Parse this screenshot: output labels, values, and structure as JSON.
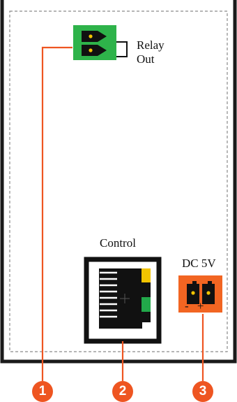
{
  "labels": {
    "relay_line1": "Relay",
    "relay_line2": "Out",
    "control": "Control",
    "dc_power": "DC 5V",
    "polarity": "- +"
  },
  "callouts": [
    "1",
    "2",
    "3"
  ],
  "colors": {
    "panel_border": "#1a1a1a",
    "dashed_border": "#888888",
    "relay_connector": "#2eb34a",
    "dc_connector": "#f26522",
    "callout": "#ee5521",
    "rj45_led_yellow": "#f2c400",
    "rj45_led_green": "#22a84a"
  },
  "components": [
    {
      "name": "relay-out-terminal",
      "callout": "1"
    },
    {
      "name": "control-rj45-port",
      "callout": "2"
    },
    {
      "name": "dc-5v-power-terminal",
      "callout": "3"
    }
  ]
}
